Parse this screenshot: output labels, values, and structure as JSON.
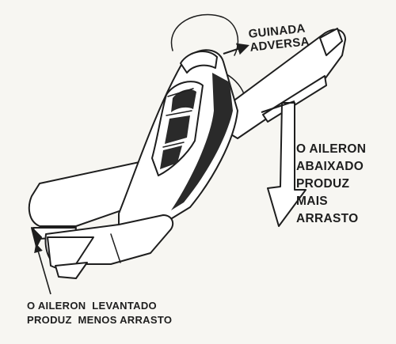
{
  "labels": {
    "adverse_yaw": [
      "GUINADA",
      "ADVERSA"
    ],
    "lowered_aileron": [
      "O AILERON",
      "ABAIXADO",
      "PRODUZ",
      "MAIS",
      "ARRASTO"
    ],
    "raised_aileron": [
      "O AILERON  LEVANTADO",
      "PRODUZ  MENOS ARRASTO"
    ]
  },
  "colors": {
    "background": "#f7f6f2",
    "ink": "#1e1e1e",
    "airframe": "#ffffff",
    "shade": "#2a2a2a"
  }
}
